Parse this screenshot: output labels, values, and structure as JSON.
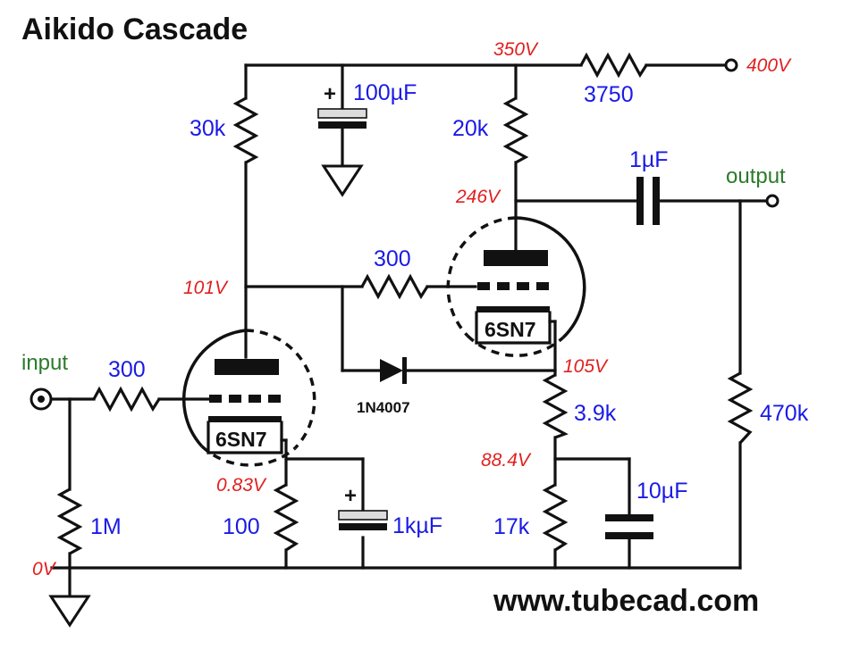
{
  "title": "Aikido Cascade",
  "website": "www.tubecad.com",
  "colors": {
    "component_value": "#1a1ae6",
    "voltage": "#e0201f",
    "port": "#2b7a2b",
    "wire": "#111111"
  },
  "ports": {
    "input": "input",
    "output": "output"
  },
  "voltages": {
    "supply": "400V",
    "rail": "350V",
    "upper_plate": "246V",
    "lower_plate": "101V",
    "upper_cathode": "105V",
    "divider_tap": "88.4V",
    "lower_cathode": "0.83V",
    "ground": "0V"
  },
  "components": {
    "r_supply": "3750",
    "r_bias_top": "30k",
    "c_filter": "100µF",
    "r_plate_load": "20k",
    "c_coupling": "1µF",
    "r_grid_upper": "300",
    "r_grid_input": "300",
    "diode": "1N4007",
    "tube_upper": "6SN7",
    "tube_lower": "6SN7",
    "r_cathode_upper": "3.9k",
    "r_output_leak": "470k",
    "r_input_leak": "1M",
    "r_cathode_lower": "100",
    "c_cathode_bypass": "1kµF",
    "r_divider_bottom": "17k",
    "c_divider_bypass": "10µF"
  }
}
